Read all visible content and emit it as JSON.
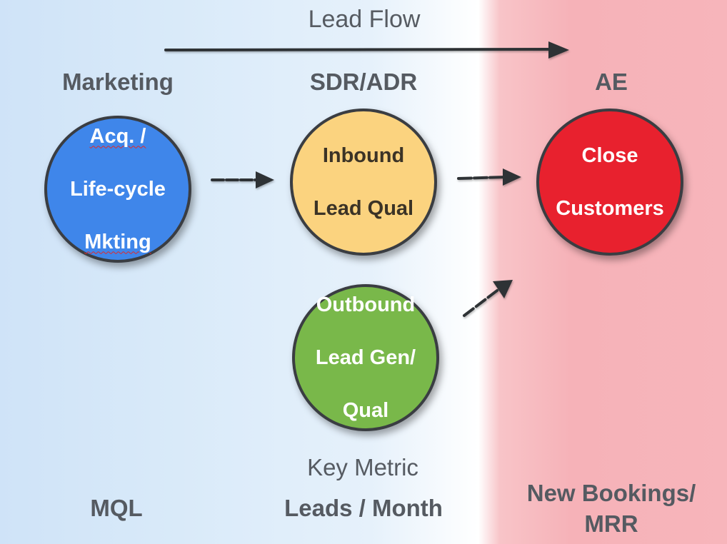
{
  "diagram": {
    "lead_flow_title": "Lead Flow",
    "key_metric_title": "Key Metric",
    "columns": [
      {
        "role": "Marketing",
        "metric": "MQL"
      },
      {
        "role": "SDR/ADR",
        "metric": "Leads / Month"
      },
      {
        "role": "AE",
        "metric_line1": "New Bookings/",
        "metric_line2": "MRR"
      }
    ],
    "nodes": {
      "acquisition": {
        "line1": "Acq. /",
        "line2": "Life-cycle",
        "line3": "Mkting",
        "color": "#3f86ea"
      },
      "inbound": {
        "line1": "Inbound",
        "line2": "Lead Qual",
        "color": "#fbd37f"
      },
      "outbound": {
        "line1": "Outbound",
        "line2": "Lead Gen/",
        "line3": "Qual",
        "color": "#79b84a"
      },
      "close": {
        "line1": "Close",
        "line2": "Customers",
        "color": "#e8212e"
      }
    }
  }
}
